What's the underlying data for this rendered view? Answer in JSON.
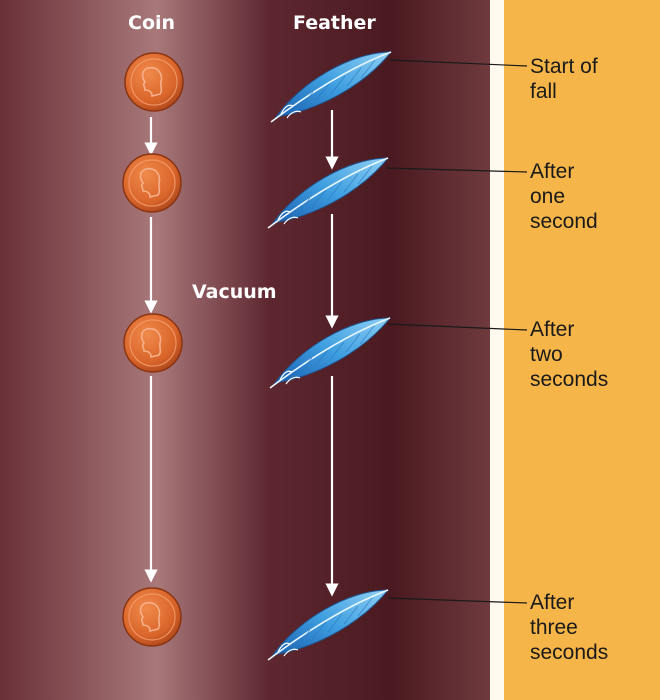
{
  "title": "",
  "labels": {
    "coin": "Coin",
    "feather": "Feather",
    "vacuum": "Vacuum"
  },
  "time_labels": [
    {
      "lines": [
        "Start of",
        "fall"
      ]
    },
    {
      "lines": [
        "After",
        "one",
        "second"
      ]
    },
    {
      "lines": [
        "After",
        "two",
        "seconds"
      ]
    },
    {
      "lines": [
        "After",
        "three",
        "seconds"
      ]
    }
  ],
  "colors": {
    "tube_dark": "#4a1a20",
    "tube_light": "#a8787a",
    "panel": "#f5b548",
    "coin": "#d9642a",
    "feather": "#3f9fe0",
    "arrow": "#ffffff",
    "leader": "#1a1a1a"
  }
}
